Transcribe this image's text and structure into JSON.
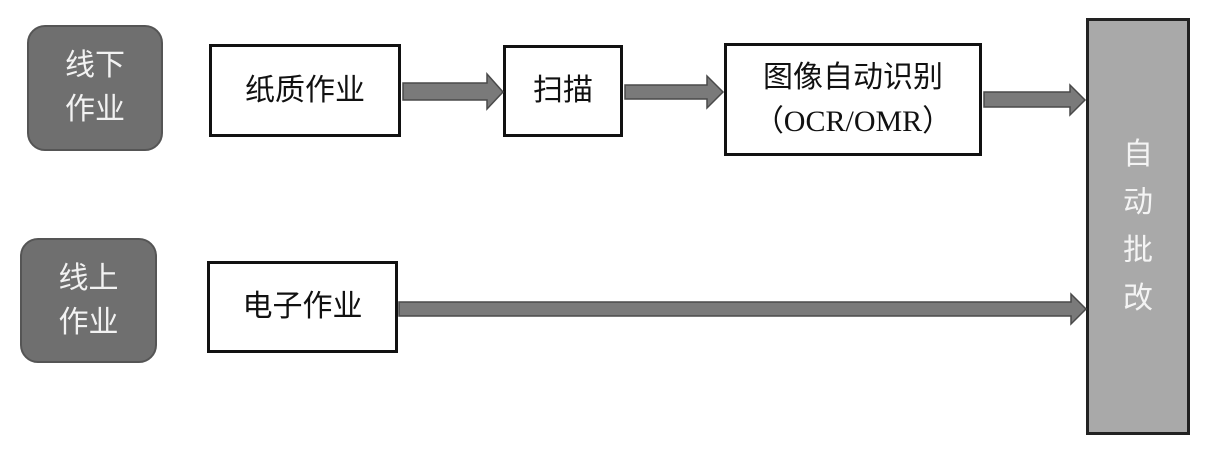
{
  "sources": {
    "offline": {
      "line1": "线下",
      "line2": "作业"
    },
    "online": {
      "line1": "线上",
      "line2": "作业"
    }
  },
  "steps": {
    "paper": "纸质作业",
    "scan": "扫描",
    "recognition": {
      "line1": "图像自动识别",
      "line2": "（OCR/OMR）"
    },
    "electronic": "电子作业"
  },
  "target": {
    "label": "自动批改"
  },
  "colors": {
    "source_fill": "#6f6f6f",
    "arrow_fill": "#7a7a7a",
    "target_fill": "#a9a9a9",
    "box_border": "#111111"
  }
}
